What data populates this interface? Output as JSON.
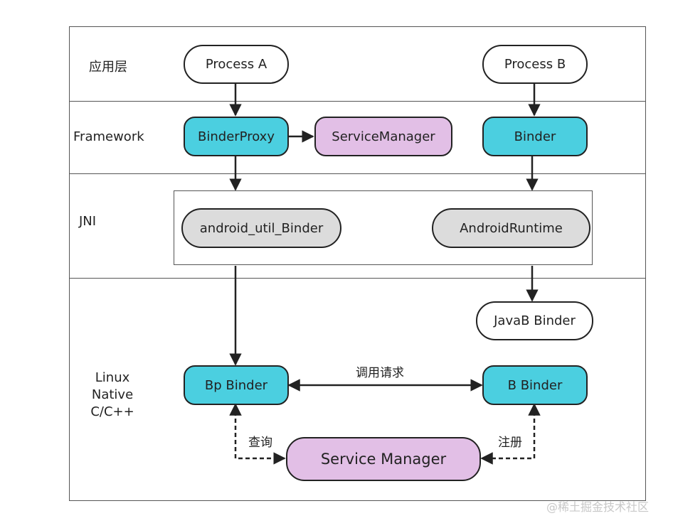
{
  "layers": {
    "app": "应用层",
    "framework": "Framework",
    "jni": "JNI",
    "native_line1": "Linux Native",
    "native_line2": "C/C++"
  },
  "nodes": {
    "process_a": "Process A",
    "process_b": "Process B",
    "binder_proxy": "BinderProxy",
    "service_manager_fw": "ServiceManager",
    "binder": "Binder",
    "android_util_binder": "android_util_Binder",
    "android_runtime": "AndroidRuntime",
    "javab_binder": "JavaB Binder",
    "bp_binder": "Bp Binder",
    "b_binder": "B Binder",
    "service_manager_native": "Service Manager"
  },
  "edge_labels": {
    "invoke": "调用请求",
    "query": "查询",
    "register": "注册"
  },
  "colors": {
    "cyan": "#4bcfe0",
    "purple": "#e2bfe6",
    "gray": "#dcdcdc",
    "border": "#222222"
  },
  "watermark": "@稀土掘金技术社区"
}
